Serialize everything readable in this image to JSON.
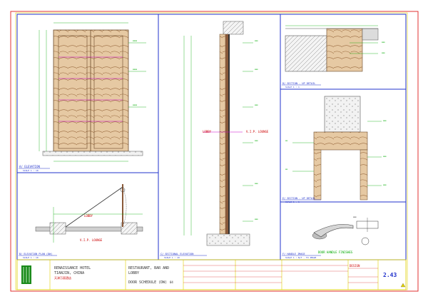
{
  "sheet": {
    "number": "2.43",
    "colors": {
      "border": "#e03030",
      "panel": "#2233cc",
      "annotation": "#00aa00",
      "wood": "#c9a57a",
      "wood_dark": "#8a5a3a",
      "dim": "#cc00cc"
    }
  },
  "views": {
    "elevation_label": "A/ ELEVATION",
    "elevation_scale": "SCALE 1 : 10",
    "plan_label": "B/ ELEVATION PLAN (DW)",
    "plan_scale": "SCALE 1 : 10",
    "section_label": "C/ SECTIONAL ELEVATION",
    "section_scale": "SCALE 1 : 10",
    "detail1_label": "D/ SECTION - UP DETAIL",
    "detail1_scale": "SCALE 1 : 1",
    "detail2_label": "E/ SECTION - UP DETAIL",
    "detail2_scale": "SCALE 1 : 1",
    "handle_label": "F/ HANDLE IMAGE",
    "handle_scale": "SCALE 1 : N/T - TO IMAGE",
    "handle_caption": "DOOR HANDLE FINISHES"
  },
  "plan_tags": {
    "lobby": "LOBBY",
    "vip": "V.I.P. LOUNGE"
  },
  "section_tags": {
    "lobby": "LOBBY",
    "vip": "V.I.P. LOUNGE"
  },
  "title_block": {
    "project": "RENAISSANCE HOTEL",
    "city": "TIANJIN, CHINA",
    "chinese": "天津万丽酒店",
    "area_line1": "RESTAURANT, BAR AND",
    "area_line2": "LOBBY",
    "drawing_title": "DOOR SCHEDULE (DW)",
    "drawing_code": "04",
    "stamp": "DESIGN",
    "sheet_no": "2.43"
  }
}
